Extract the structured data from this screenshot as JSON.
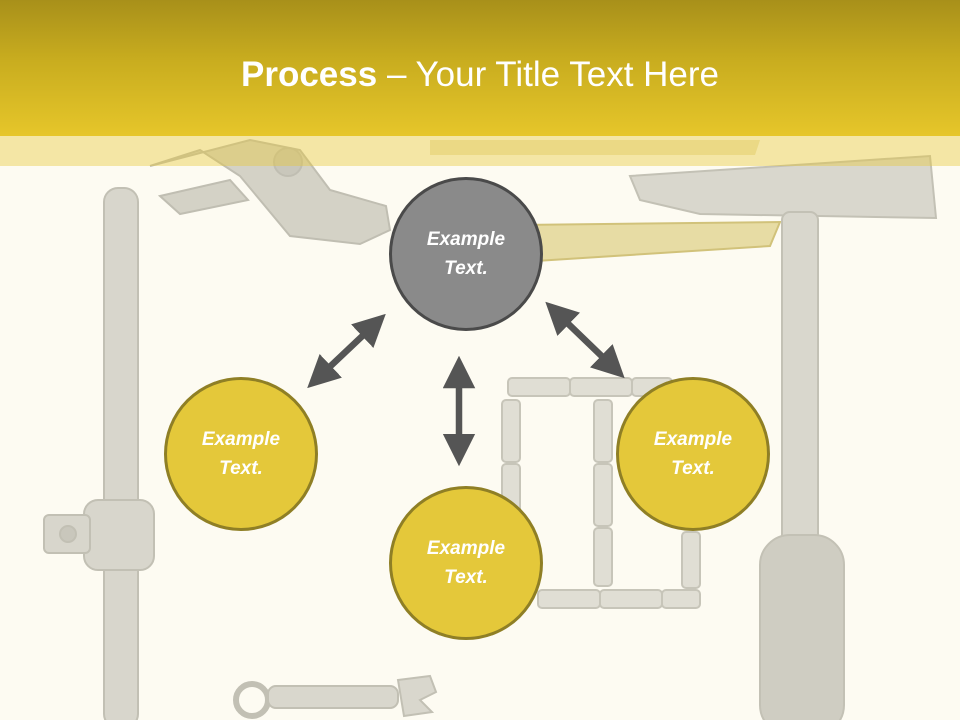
{
  "title": {
    "bold": "Process",
    "rest": " – Your Title Text Here"
  },
  "nodes": {
    "top": {
      "line1": "Example",
      "line2": "Text."
    },
    "left": {
      "line1": "Example",
      "line2": "Text."
    },
    "right": {
      "line1": "Example",
      "line2": "Text."
    },
    "bottom": {
      "line1": "Example",
      "line2": "Text."
    }
  },
  "colors": {
    "accent": "#e4c83a",
    "title_bar": "#c9ad1f",
    "center_node": "#8a8a8a",
    "arrow": "#555555",
    "background": "#fdfbf2"
  },
  "icons": [
    "double-arrow-icon"
  ]
}
